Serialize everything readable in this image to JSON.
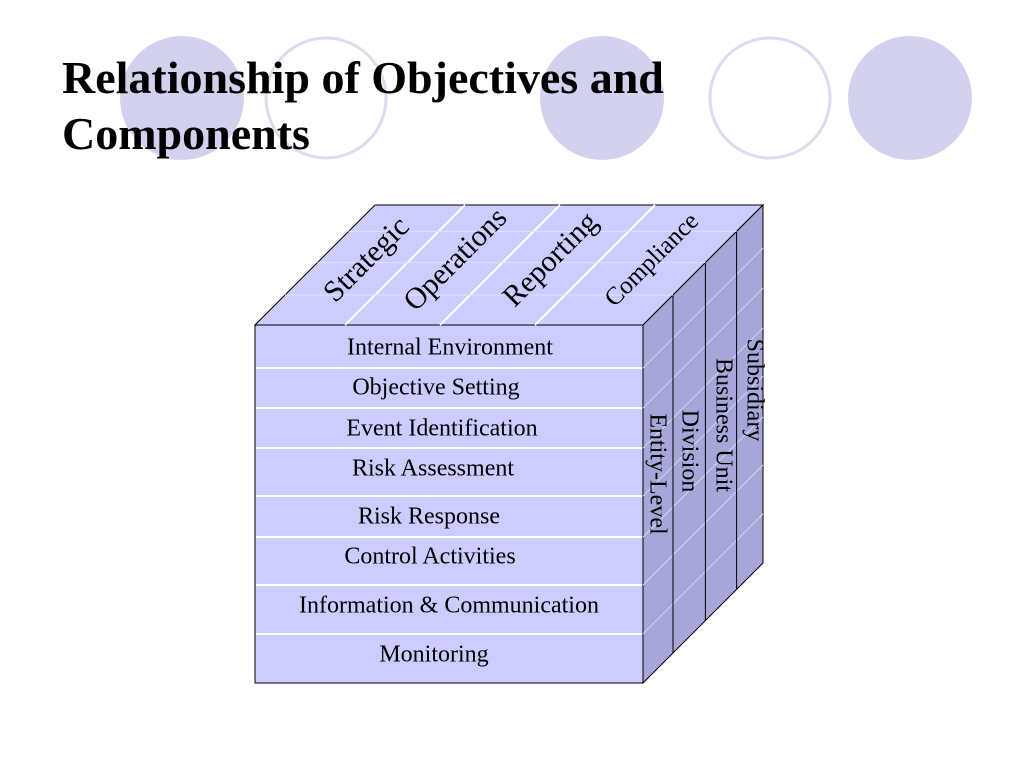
{
  "slide": {
    "title": "Relationship of Objectives and Components"
  },
  "cube": {
    "objectives": [
      "Strategic",
      "Operations",
      "Reporting",
      "Compliance"
    ],
    "components": [
      "Internal Environment",
      "Objective Setting",
      "Event Identification",
      "Risk Assessment",
      "Risk Response",
      "Control Activities",
      "Information & Communication",
      "Monitoring"
    ],
    "entity_levels": [
      "Entity-Level",
      "Division",
      "Business Unit",
      "Subsidiary"
    ]
  },
  "colors": {
    "front_face": "#ccccff",
    "top_face": "#ccccff",
    "side_face": "#a6a6d9",
    "decor_circle_fill": "#d2d2ee",
    "decor_circle_stroke": "#dcdcf0",
    "edge": "#000000",
    "divider": "#ffffff"
  }
}
